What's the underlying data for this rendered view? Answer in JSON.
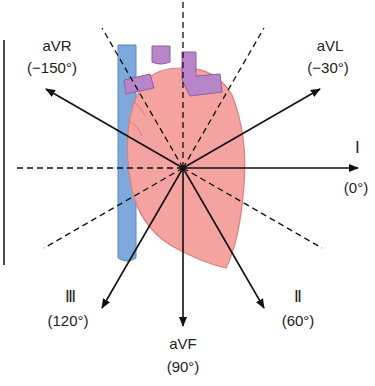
{
  "diagram": {
    "labels": [
      "aVR",
      "(−150°)",
      "aVL",
      "(−30°)",
      "Ⅰ",
      "(0°)",
      "Ⅲ",
      "(120°)",
      "Ⅱ",
      "(60°)",
      "aVF",
      "(90°)"
    ]
  }
}
